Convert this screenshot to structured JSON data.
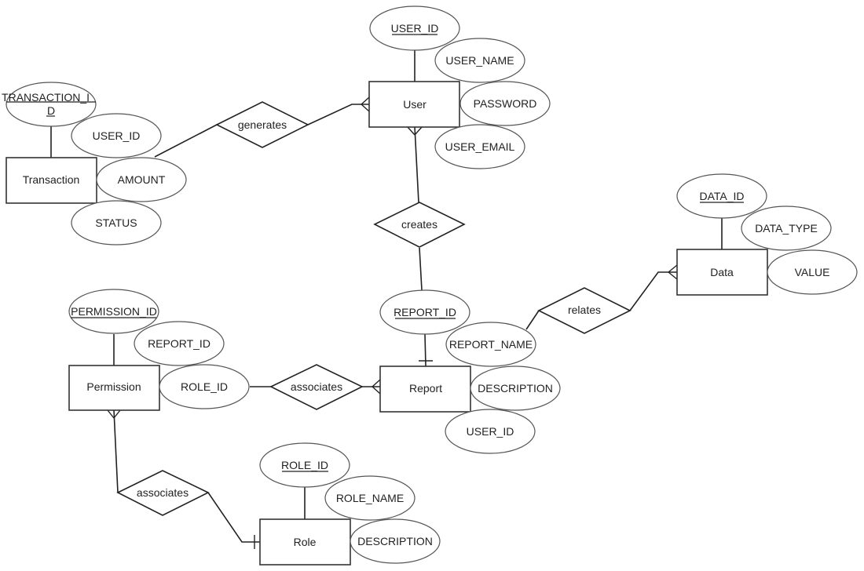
{
  "diagram": {
    "type": "entity-relationship",
    "entities": [
      {
        "id": "user",
        "label": "User",
        "attributes": [
          {
            "label": "USER_ID",
            "key": true
          },
          {
            "label": "USER_NAME",
            "key": false
          },
          {
            "label": "PASSWORD",
            "key": false
          },
          {
            "label": "USER_EMAIL",
            "key": false
          }
        ]
      },
      {
        "id": "transaction",
        "label": "Transaction",
        "attributes": [
          {
            "label": "TRANSACTION_I D",
            "key": true
          },
          {
            "label": "USER_ID",
            "key": false
          },
          {
            "label": "AMOUNT",
            "key": false
          },
          {
            "label": "STATUS",
            "key": false
          }
        ]
      },
      {
        "id": "data",
        "label": "Data",
        "attributes": [
          {
            "label": "DATA_ID",
            "key": true
          },
          {
            "label": "DATA_TYPE",
            "key": false
          },
          {
            "label": "VALUE",
            "key": false
          }
        ]
      },
      {
        "id": "report",
        "label": "Report",
        "attributes": [
          {
            "label": "REPORT_ID",
            "key": true
          },
          {
            "label": "REPORT_NAME",
            "key": false
          },
          {
            "label": "DESCRIPTION",
            "key": false
          },
          {
            "label": "USER_ID",
            "key": false
          }
        ]
      },
      {
        "id": "permission",
        "label": "Permission",
        "attributes": [
          {
            "label": "PERMISSION_ID",
            "key": true
          },
          {
            "label": "REPORT_ID",
            "key": false
          },
          {
            "label": "ROLE_ID",
            "key": false
          }
        ]
      },
      {
        "id": "role",
        "label": "Role",
        "attributes": [
          {
            "label": "ROLE_ID",
            "key": true
          },
          {
            "label": "ROLE_NAME",
            "key": false
          },
          {
            "label": "DESCRIPTION",
            "key": false
          }
        ]
      }
    ],
    "relationships": [
      {
        "id": "generates",
        "label": "generates",
        "from": "transaction",
        "to": "user",
        "to_cardinality": "many"
      },
      {
        "id": "creates",
        "label": "creates",
        "from": "user",
        "to": "report",
        "from_cardinality": "many"
      },
      {
        "id": "relates",
        "label": "relates",
        "from": "report",
        "to": "data",
        "to_cardinality": "many"
      },
      {
        "id": "associates_pr",
        "label": "associates",
        "from": "permission",
        "to": "report",
        "to_cardinality": "many"
      },
      {
        "id": "associates_prole",
        "label": "associates",
        "from": "permission",
        "to": "role",
        "from_cardinality": "many",
        "to_cardinality": "one"
      }
    ]
  }
}
